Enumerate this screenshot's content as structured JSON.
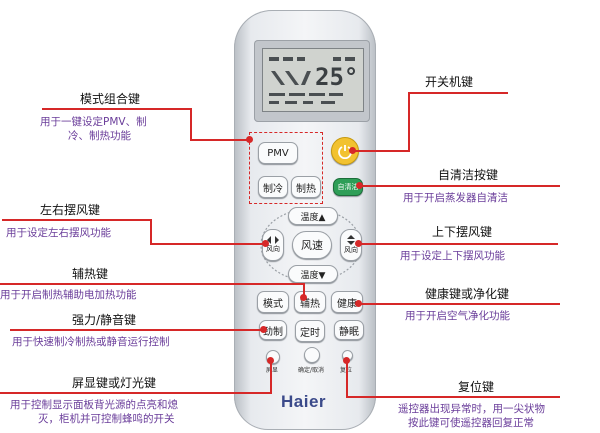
{
  "remote": {
    "brand": "Haier",
    "lcd_temp": "25°",
    "keys": {
      "pmv": "PMV",
      "cool": "制冷",
      "heat": "制热",
      "self_clean": "自清洁",
      "temp_up": "温度▲",
      "temp_down": "温度▼",
      "fan_speed": "风速",
      "swing_lr": "风向",
      "swing_ud": "风向",
      "mode": "模式",
      "aux_heat": "辅热",
      "health": "健康",
      "strong": "劲制",
      "timer": "定时",
      "silent": "静眠",
      "display_label": "屏显",
      "confirm_label": "确定/取消",
      "reset_label": "复位"
    }
  },
  "annotations": {
    "mode_combo": {
      "title": "模式组合键",
      "desc": [
        "用于一键设定PMV、制",
        "冷、制热功能"
      ]
    },
    "power": {
      "title": "开关机键"
    },
    "self_clean": {
      "title": "自清洁按键",
      "desc": [
        "用于开启蒸发器自清洁"
      ]
    },
    "swing_lr": {
      "title": "左右摆风键",
      "desc": [
        "用于设定左右摆风功能"
      ]
    },
    "swing_ud": {
      "title": "上下摆风键",
      "desc": [
        "用于设定上下摆风功能"
      ]
    },
    "aux_heat": {
      "title": "辅热键",
      "desc": [
        "用于开启制热辅助电加热功能"
      ]
    },
    "health": {
      "title": "健康键或净化键",
      "desc": [
        "用于开启空气净化功能"
      ]
    },
    "strong_silent": {
      "title": "强力/静音键",
      "desc": [
        "用于快速制冷制热或静音运行控制"
      ]
    },
    "display_light": {
      "title": "屏显键或灯光键",
      "desc": [
        "用于控制显示面板背光源的点亮和熄",
        "灭，柜机并可控制蜂鸣的开关"
      ]
    },
    "reset": {
      "title": "复位键",
      "desc": [
        "遥控器出现异常时，用一尖状物",
        "按此键可使遥控器回复正常"
      ]
    }
  },
  "colors": {
    "leader": "#d62828",
    "desc_text": "#6a3d9a",
    "power_button": "#f2c230",
    "self_clean_button": "#2e9e57"
  }
}
